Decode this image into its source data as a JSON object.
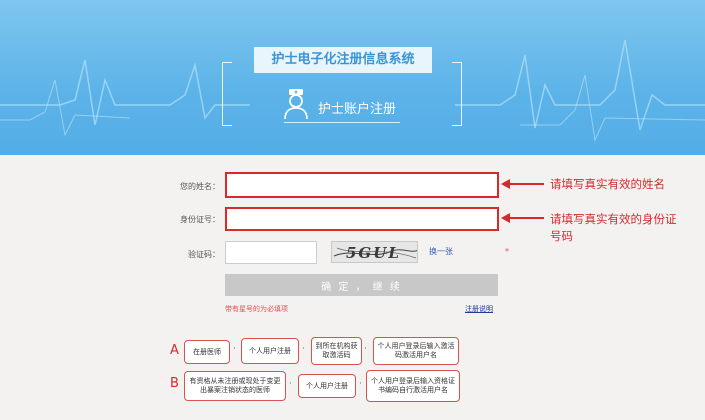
{
  "header": {
    "system_title": "护士电子化注册信息系统",
    "subtitle": "护士账户注册"
  },
  "form": {
    "name_label": "您的姓名：",
    "id_label": "身份证号：",
    "captcha_label": "验证码：",
    "required_mark": "*",
    "captcha_text": "5GUL",
    "refresh_label": "换一张",
    "submit_label": "确 定 ， 继 续",
    "hint": "带有星号的为必填项",
    "help_link": "注册说明"
  },
  "annotations": {
    "name_note": "请填写真实有效的姓名",
    "id_note_line1": "请填写真实有效的身份证",
    "id_note_line2": "号码"
  },
  "flow": {
    "a": {
      "letter": "A",
      "steps": [
        "在册医师",
        "个人用户注册",
        "到所在机构获取激活码",
        "个人用户登录后输入激活码激活用户名"
      ]
    },
    "b": {
      "letter": "B",
      "steps": [
        "有资格从未注册或现处于变更出暴案注销状态的医师",
        "个人用户注册",
        "个人用户登录后输入资格证书编码自行激活用户名"
      ]
    },
    "separator": "·"
  },
  "colors": {
    "header_blue": "#5cb3e8",
    "accent_red": "#d42a2a"
  }
}
